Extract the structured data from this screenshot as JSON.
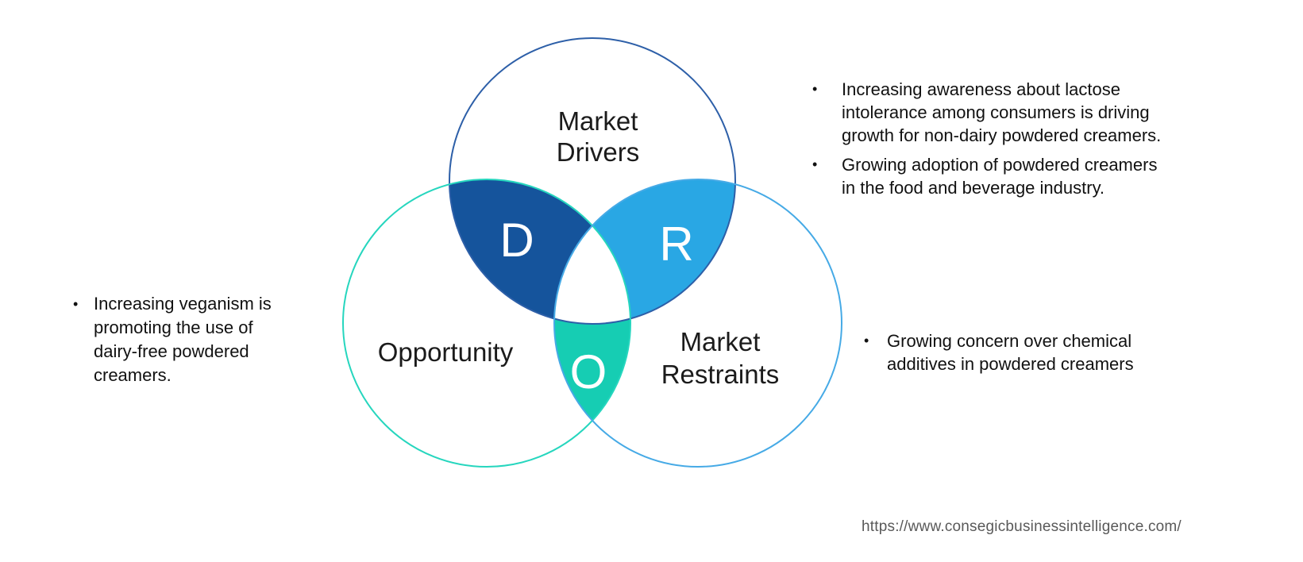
{
  "venn": {
    "drivers": {
      "label_lines": [
        "Market",
        "Drivers"
      ],
      "letter": "D",
      "stroke": "#2d5fa8",
      "region_fill": "#15549c"
    },
    "opportunity": {
      "label": "Opportunity",
      "letter": "O",
      "stroke": "#26d6be",
      "region_fill": "#16cdb3"
    },
    "restraints": {
      "label_lines": [
        "Market",
        "Restraints"
      ],
      "letter": "R",
      "stroke": "#46aae6",
      "region_fill": "#29a7e4"
    },
    "center_fill": "#ffffff"
  },
  "glyphs": {
    "bullet": "•"
  },
  "notes": {
    "drivers": [
      {
        "lines": [
          "Increasing awareness about lactose",
          "intolerance among consumers is driving",
          "growth for non-dairy powdered creamers."
        ]
      },
      {
        "lines": [
          "Growing adoption of powdered creamers",
          "in the food and beverage industry."
        ]
      }
    ],
    "opportunity": [
      {
        "lines": [
          "Increasing veganism is",
          "promoting the use of",
          "dairy-free powdered",
          "creamers."
        ]
      }
    ],
    "restraints": [
      {
        "lines": [
          "Growing concern over chemical",
          "additives in powdered creamers"
        ]
      }
    ]
  },
  "footer": {
    "url": "https://www.consegicbusinessintelligence.com/"
  }
}
